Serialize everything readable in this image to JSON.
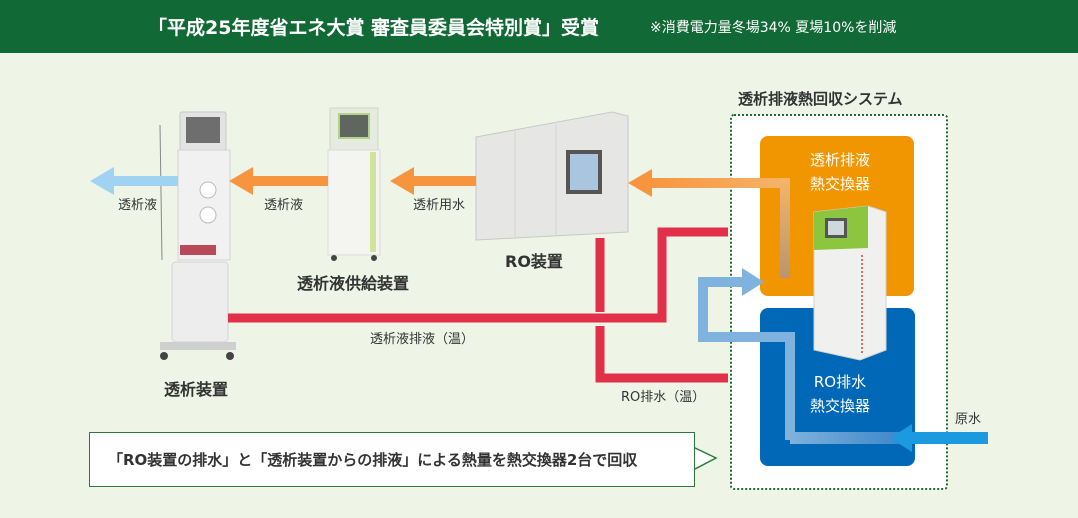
{
  "banner": {
    "title": "「平成25年度省エネ大賞 審査員委員会特別賞」受賞",
    "note": "※消費電力量冬場34% 夏場10%を削減",
    "background": "#116936"
  },
  "devices": {
    "dialysis_machine": "透析装置",
    "dialysate_supply": "透析液供給装置",
    "ro_unit": "RO装置"
  },
  "flows": {
    "dialysate_out": "透析液",
    "dialysate": "透析液",
    "dialysis_water": "透析用水",
    "dialysate_drain": "透析液排液（温）",
    "ro_drain": "RO排水（温）",
    "raw_water": "原水"
  },
  "system": {
    "title": "透析排液熱回収システム",
    "exchanger_dialysate": [
      "透析排液",
      "熱交換器"
    ],
    "exchanger_ro": [
      "RO排水",
      "熱交換器"
    ]
  },
  "callout": {
    "text": "「RO装置の排水」と「透析装置からの排液」による熱量を熱交換器2台で回収"
  },
  "colors": {
    "orange_flow": "#f7953f",
    "light_blue_flow": "#9fd3f1",
    "red_flow": "#e3304a",
    "steel_blue_flow": "#7fb2dc",
    "raw_water_flow": "#1b9ae0",
    "exchanger_orange": "#f29600",
    "exchanger_blue": "#0068b6"
  }
}
